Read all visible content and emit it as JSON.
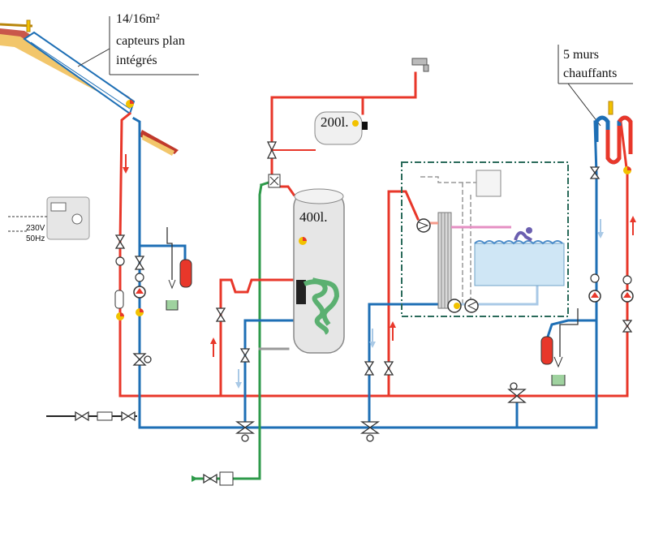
{
  "labels": {
    "collectors_area": "14/16m²",
    "collectors_line1": "capteurs plan",
    "collectors_line2": "intégrés",
    "walls_line1": "5 murs",
    "walls_line2": "chauffants",
    "tank_main": "400l.",
    "tank_small": "200l.",
    "controller_voltage": "230V",
    "controller_freq": "50Hz"
  },
  "colors": {
    "hot": "#e8372a",
    "cold": "#1e6fb5",
    "feed": "#2e9a4a",
    "tank": "#e6e6e6",
    "pool_water": "#cfe6f5",
    "coil": "#5bb071",
    "expansion": "#e8372a"
  },
  "icons": [
    "sun-icon",
    "tap-icon",
    "pool-swimmer-icon",
    "pump-icon",
    "valve-icon",
    "thermometer-icon"
  ]
}
